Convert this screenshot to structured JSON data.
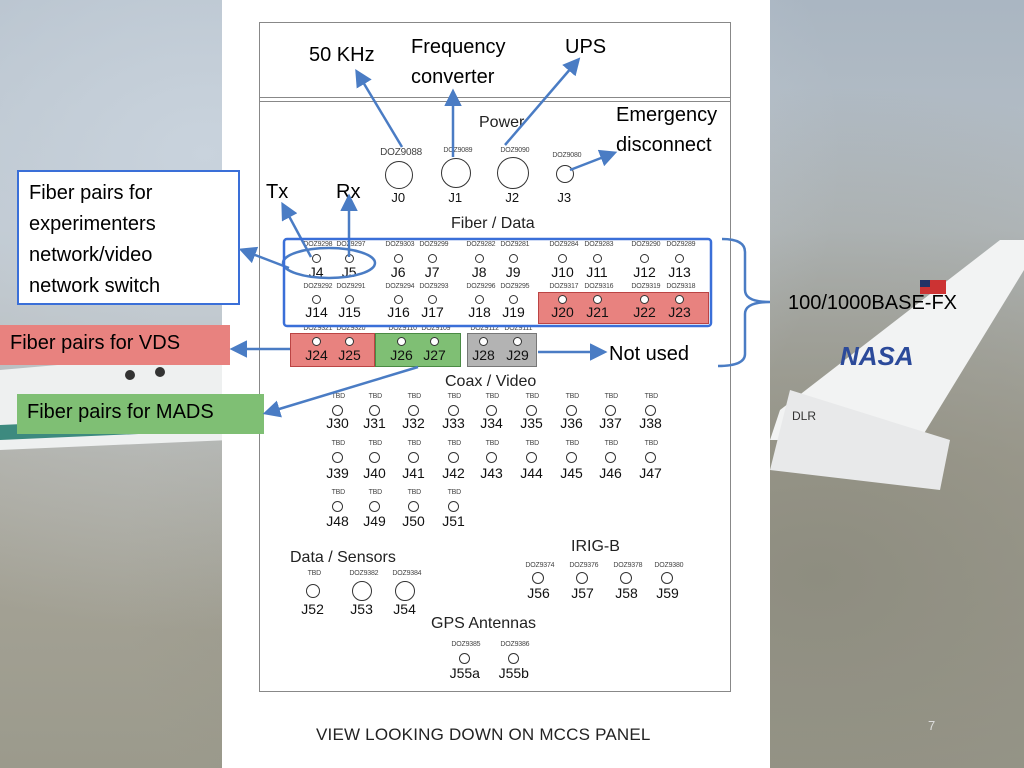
{
  "panel": {
    "sections": {
      "power": "Power",
      "fiber": "Fiber / Data",
      "coax": "Coax / Video",
      "sensors": "Data / Sensors",
      "irig": "IRIG-B",
      "gps": "GPS Antennas"
    },
    "footer": "VIEW LOOKING DOWN ON MCCS PANEL",
    "power_connectors": [
      {
        "tag": "DOZ9088",
        "id": "J0"
      },
      {
        "tag": "DOZ9089",
        "id": "J1"
      },
      {
        "tag": "DOZ9090",
        "id": "J2"
      },
      {
        "tag": "DOZ9080",
        "id": "J3"
      }
    ],
    "fiber_row1": [
      {
        "tag": "DOZ9298",
        "id": "J4"
      },
      {
        "tag": "DOZ9297",
        "id": "J5"
      },
      {
        "tag": "DOZ9303",
        "id": "J6"
      },
      {
        "tag": "DOZ9299",
        "id": "J7"
      },
      {
        "tag": "DOZ9282",
        "id": "J8"
      },
      {
        "tag": "DOZ9281",
        "id": "J9"
      },
      {
        "tag": "DOZ9284",
        "id": "J10"
      },
      {
        "tag": "DOZ9283",
        "id": "J11"
      },
      {
        "tag": "DOZ9290",
        "id": "J12"
      },
      {
        "tag": "DOZ9289",
        "id": "J13"
      }
    ],
    "fiber_row2": [
      {
        "tag": "DOZ9292",
        "id": "J14"
      },
      {
        "tag": "DOZ9291",
        "id": "J15"
      },
      {
        "tag": "DOZ9294",
        "id": "J16"
      },
      {
        "tag": "DOZ9293",
        "id": "J17"
      },
      {
        "tag": "DOZ9296",
        "id": "J18"
      },
      {
        "tag": "DOZ9295",
        "id": "J19"
      },
      {
        "tag": "DOZ9317",
        "id": "J20"
      },
      {
        "tag": "DOZ9316",
        "id": "J21"
      },
      {
        "tag": "DOZ9319",
        "id": "J22"
      },
      {
        "tag": "DOZ9318",
        "id": "J23"
      }
    ],
    "fiber_row3": [
      {
        "tag": "DOZ9321",
        "id": "J24"
      },
      {
        "tag": "DOZ9320",
        "id": "J25"
      },
      {
        "tag": "DOZ9110",
        "id": "J26"
      },
      {
        "tag": "DOZ9109",
        "id": "J27"
      },
      {
        "tag": "DOZ9112",
        "id": "J28"
      },
      {
        "tag": "DOZ9111",
        "id": "J29"
      }
    ],
    "coax_row1": [
      {
        "tag": "TBD",
        "id": "J30"
      },
      {
        "tag": "TBD",
        "id": "J31"
      },
      {
        "tag": "TBD",
        "id": "J32"
      },
      {
        "tag": "TBD",
        "id": "J33"
      },
      {
        "tag": "TBD",
        "id": "J34"
      },
      {
        "tag": "TBD",
        "id": "J35"
      },
      {
        "tag": "TBD",
        "id": "J36"
      },
      {
        "tag": "TBD",
        "id": "J37"
      },
      {
        "tag": "TBD",
        "id": "J38"
      }
    ],
    "coax_row2": [
      {
        "tag": "TBD",
        "id": "J39"
      },
      {
        "tag": "TBD",
        "id": "J40"
      },
      {
        "tag": "TBD",
        "id": "J41"
      },
      {
        "tag": "TBD",
        "id": "J42"
      },
      {
        "tag": "TBD",
        "id": "J43"
      },
      {
        "tag": "TBD",
        "id": "J44"
      },
      {
        "tag": "TBD",
        "id": "J45"
      },
      {
        "tag": "TBD",
        "id": "J46"
      },
      {
        "tag": "TBD",
        "id": "J47"
      }
    ],
    "coax_row3": [
      {
        "tag": "TBD",
        "id": "J48"
      },
      {
        "tag": "TBD",
        "id": "J49"
      },
      {
        "tag": "TBD",
        "id": "J50"
      },
      {
        "tag": "TBD",
        "id": "J51"
      }
    ],
    "sensors": [
      {
        "tag": "TBD",
        "id": "J52"
      },
      {
        "tag": "DOZ9382",
        "id": "J53"
      },
      {
        "tag": "DOZ9384",
        "id": "J54"
      }
    ],
    "irig": [
      {
        "tag": "DOZ9374",
        "id": "J56"
      },
      {
        "tag": "DOZ9376",
        "id": "J57"
      },
      {
        "tag": "DOZ9378",
        "id": "J58"
      },
      {
        "tag": "DOZ9380",
        "id": "J59"
      }
    ],
    "gps": [
      {
        "tag": "DOZ9385",
        "id": "J55a"
      },
      {
        "tag": "DOZ9386",
        "id": "J55b"
      }
    ]
  },
  "annotations": {
    "khz": "50 KHz",
    "freq_line1": "Frequency",
    "freq_line2": "converter",
    "ups": "UPS",
    "emerg_line1": "Emergency",
    "emerg_line2": "disconnect",
    "tx": "Tx",
    "rx": "Rx",
    "fx": "100/1000BASE-FX",
    "not_used": "Not used",
    "experimenters": [
      "Fiber pairs for",
      "experimenters",
      "network/video",
      "network switch"
    ],
    "vds": "Fiber pairs for VDS",
    "mads": "Fiber pairs for MADS",
    "page_number": "7"
  },
  "colors": {
    "arrow_blue": "#4a7cc4",
    "box_blue": "#3a6fd8",
    "highlight_red": "#e8827f",
    "highlight_green": "#7fbf74",
    "highlight_gray": "#b3b3b3"
  }
}
